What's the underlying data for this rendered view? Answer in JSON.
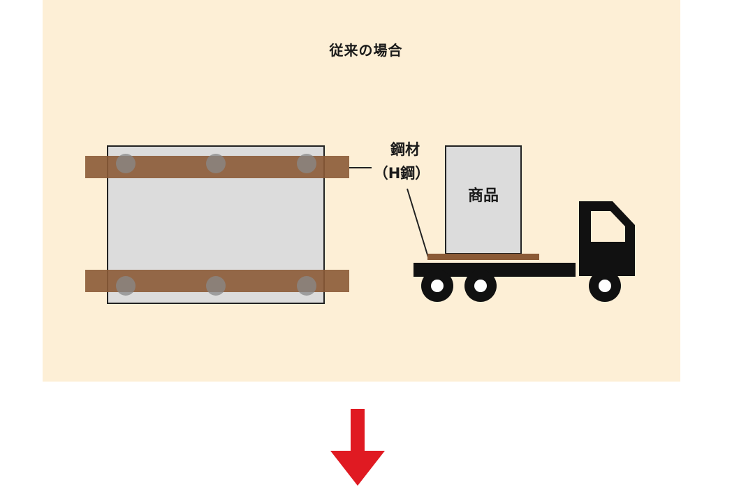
{
  "title": "従来の場合",
  "labels": {
    "steel_line1": "鋼材",
    "steel_line2": "（H鋼）",
    "goods": "商品"
  },
  "colors": {
    "background_panel": "#fdefd6",
    "steel_beam": "#8b5a36",
    "slab": "#dcdcdc",
    "truck": "#111111",
    "arrow": "#e01a22"
  }
}
